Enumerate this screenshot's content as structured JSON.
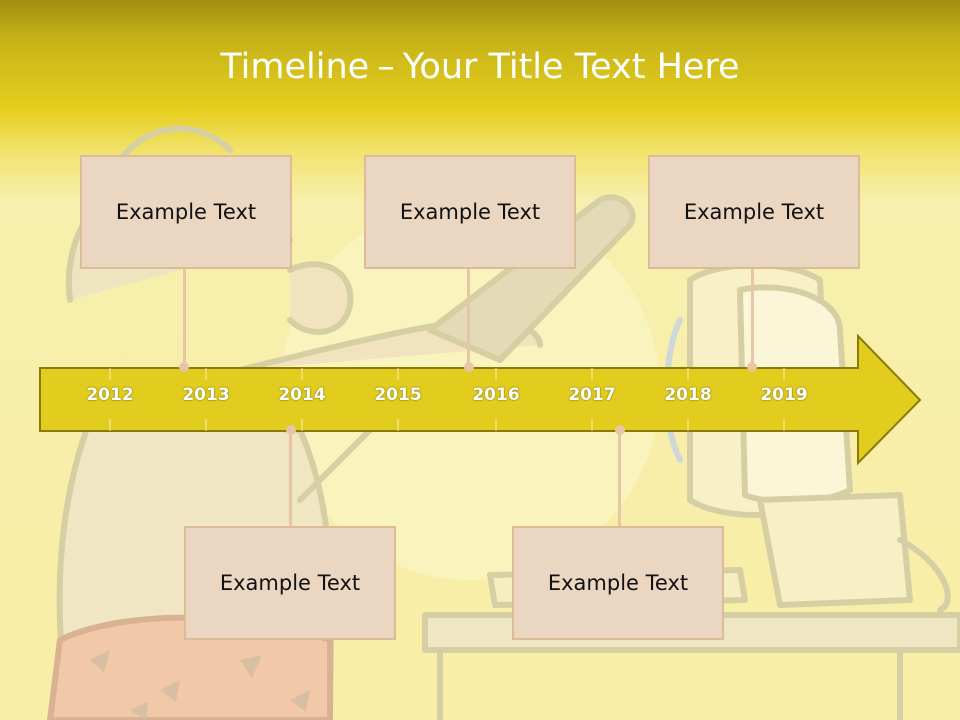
{
  "slide": {
    "title_main": "Timeline",
    "title_sep": "–",
    "title_sub": "Your Title Text Here"
  },
  "timeline": {
    "years": [
      "2012",
      "2013",
      "2014",
      "2015",
      "2016",
      "2017",
      "2018",
      "2019"
    ],
    "arrow_color": "#e2cd1e",
    "arrow_border": "#8a7a08"
  },
  "boxes": {
    "top": [
      {
        "text": "Example Text"
      },
      {
        "text": "Example Text"
      },
      {
        "text": "Example Text"
      }
    ],
    "bottom": [
      {
        "text": "Example Text"
      },
      {
        "text": "Example Text"
      }
    ]
  },
  "colors": {
    "box_fill": "#ebd6c1",
    "box_border": "#dcbb98",
    "connector": "#e8c5a5"
  }
}
